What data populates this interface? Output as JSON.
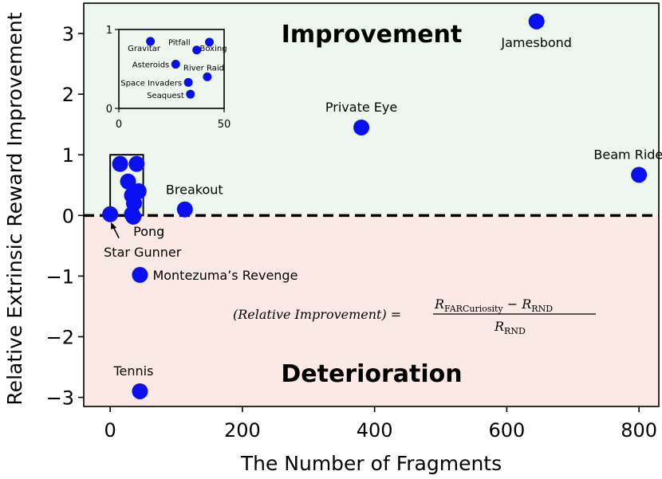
{
  "chart_data": {
    "type": "scatter",
    "title": "",
    "xlabel": "The Number of Fragments",
    "ylabel": "Relative Extrinsic Reward Improvement",
    "xlim": [
      -40,
      830
    ],
    "ylim": [
      -3.15,
      3.5
    ],
    "xticks": [
      0,
      200,
      400,
      600,
      800
    ],
    "yticks": [
      -3,
      -2,
      -1,
      0,
      1,
      2,
      3
    ],
    "grid": false,
    "legend": "none",
    "colors": {
      "point": "#0a0ff0",
      "improvement_bg": "#edf7ef",
      "deterioration_bg": "#fbe9e6"
    },
    "regions": {
      "improvement": "Improvement",
      "deterioration": "Deterioration"
    },
    "formula": {
      "lhs": "(Relative Improvement) =",
      "numerator": "R_FARCuriosity − R_RND",
      "denominator": "R_RND"
    },
    "labeled_points": [
      {
        "label": "Jamesbond",
        "x": 645,
        "y": 3.2
      },
      {
        "label": "Private Eye",
        "x": 380,
        "y": 1.45
      },
      {
        "label": "Beam Rider",
        "x": 800,
        "y": 0.67
      },
      {
        "label": "Breakout",
        "x": 113,
        "y": 0.1
      },
      {
        "label": "Pong",
        "x": 35,
        "y": -0.02
      },
      {
        "label": "Star Gunner",
        "x": 0,
        "y": 0.02
      },
      {
        "label": "Montezuma’s Revenge",
        "x": 45,
        "y": -0.98
      },
      {
        "label": "Tennis",
        "x": 45,
        "y": -2.9
      }
    ],
    "cluster_points": [
      {
        "x": 15,
        "y": 0.85
      },
      {
        "x": 40,
        "y": 0.85
      },
      {
        "x": 27,
        "y": 0.56
      },
      {
        "x": 43,
        "y": 0.4
      },
      {
        "x": 33,
        "y": 0.33
      },
      {
        "x": 36,
        "y": 0.2
      },
      {
        "x": 33,
        "y": 0.02
      }
    ],
    "zoom_box": {
      "x": [
        0,
        50
      ],
      "y": [
        0,
        1
      ]
    },
    "inset": {
      "xlim": [
        0,
        50
      ],
      "ylim": [
        0,
        1
      ],
      "xticks": [
        0,
        50
      ],
      "yticks": [
        0,
        1
      ],
      "points": [
        {
          "label": "Gravitar",
          "x": 15,
          "y": 0.85
        },
        {
          "label": "Pitfall",
          "x": 37,
          "y": 0.74
        },
        {
          "label": "Boxing",
          "x": 43,
          "y": 0.84
        },
        {
          "label": "Asteroids",
          "x": 27,
          "y": 0.56
        },
        {
          "label": "River Raid",
          "x": 42,
          "y": 0.4
        },
        {
          "label": "Space Invaders",
          "x": 33,
          "y": 0.33
        },
        {
          "label": "Seaquest",
          "x": 34,
          "y": 0.18
        }
      ]
    }
  }
}
